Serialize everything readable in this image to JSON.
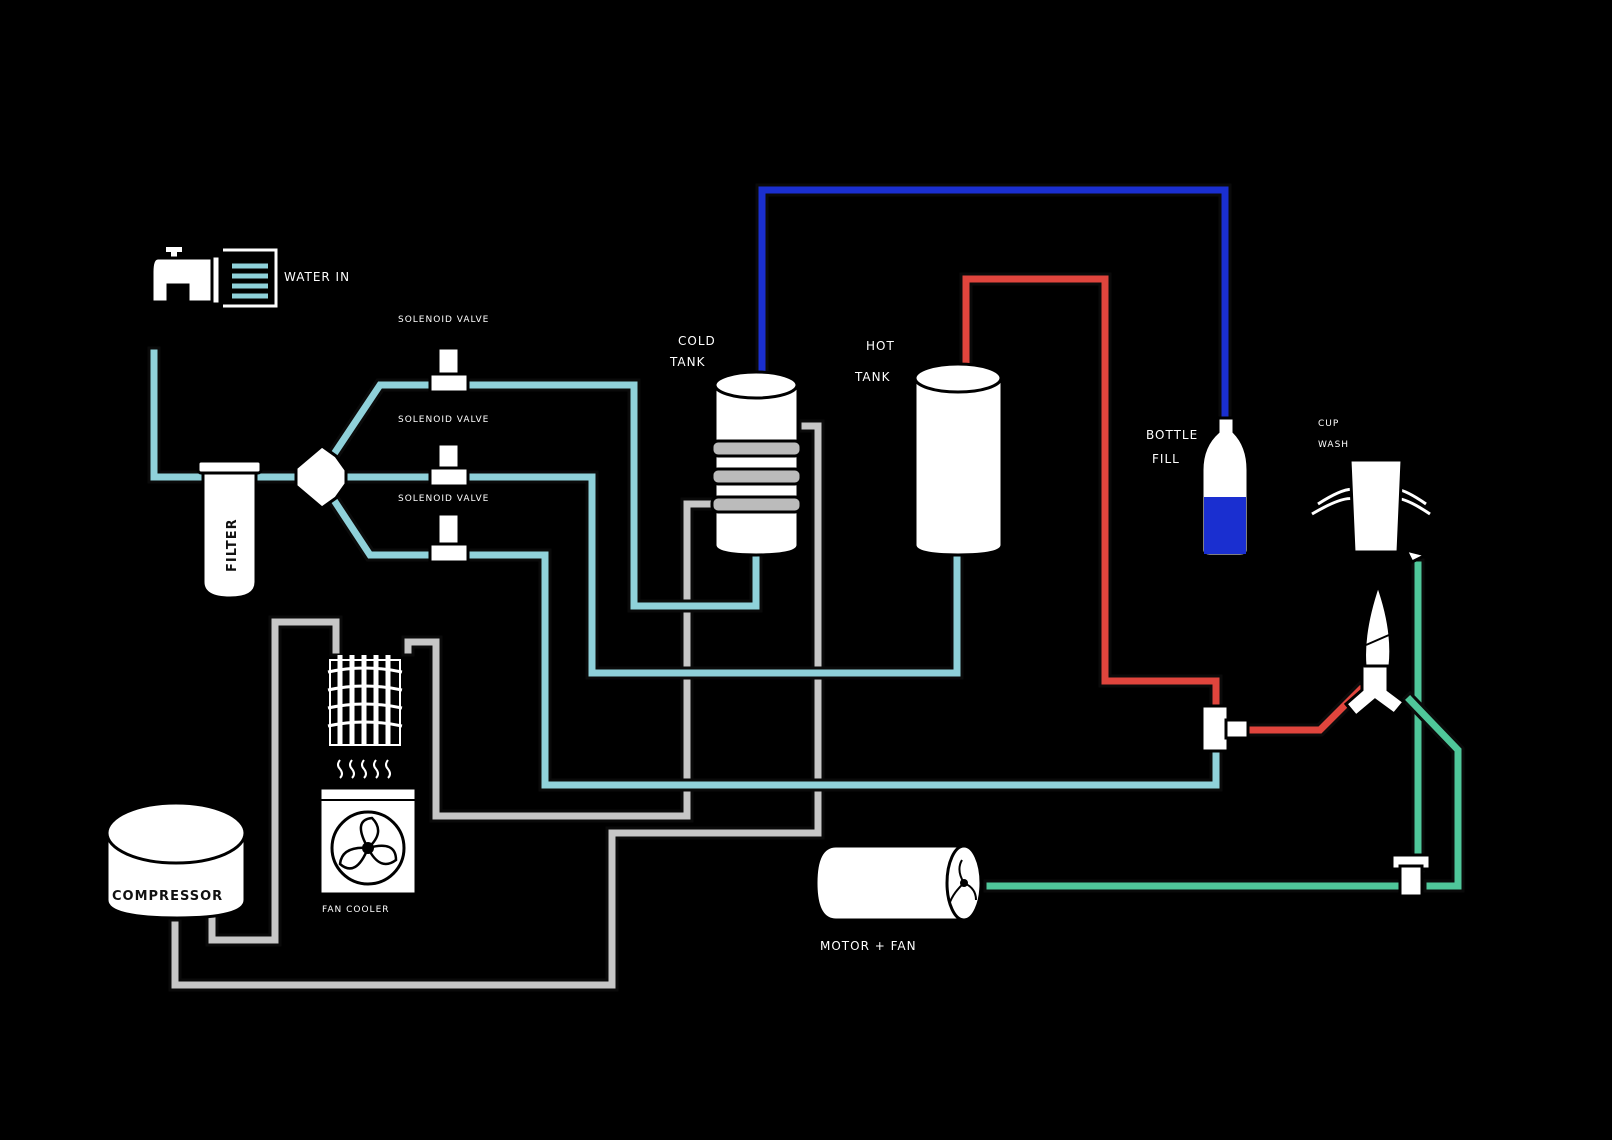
{
  "labels": {
    "water_in": "WATER IN",
    "solenoid_1": "SOLENOID VALVE",
    "solenoid_2": "SOLENOID VALVE",
    "solenoid_3": "SOLENOID VALVE",
    "cold_tank_1": "COLD",
    "cold_tank_2": "TANK",
    "hot_tank_1": "HOT",
    "hot_tank_2": "TANK",
    "bottle_fill_1": "BOTTLE",
    "bottle_fill_2": "FILL",
    "cup_wash_1": "CUP",
    "cup_wash_2": "WASH",
    "filter": "FILTER",
    "compressor": "COMPRESSOR",
    "fan_cooler": "FAN COOLER",
    "motor_fan": "MOTOR + FAN"
  },
  "colors": {
    "background": "#000000",
    "water_line": "#8fd1da",
    "refrigerant_line": "#c7c7c7",
    "cold_line": "#1a2fd0",
    "hot_line": "#e0453d",
    "drain_line": "#4fc79a",
    "component_fill": "#ffffff"
  }
}
